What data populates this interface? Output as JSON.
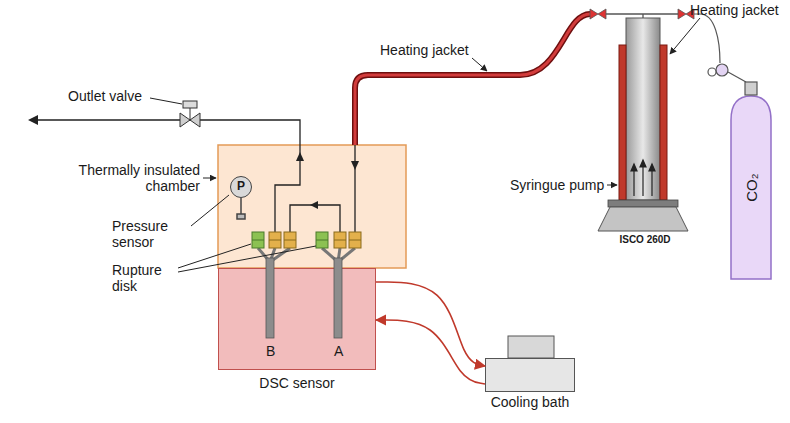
{
  "diagram": {
    "nodes": [
      {
        "text": [
          "P"
        ]
      },
      {
        "text": [
          "B",
          "A",
          "DSC sensor"
        ]
      },
      {
        "text": [
          "Cooling bath"
        ]
      },
      {
        "text": [
          "CO₂"
        ]
      }
    ],
    "edges": [
      {
        "from": 1,
        "to": 2,
        "arrow": "to"
      },
      {
        "from": 2,
        "to": 1,
        "arrow": "to"
      }
    ],
    "labels": [
      "Heating jacket",
      "Outlet valve",
      "Heating jacket",
      "Syringue pump",
      "Thermally insulated chamber",
      "Pressure sensor",
      "Rupture disk",
      "ISCO 260D"
    ]
  }
}
